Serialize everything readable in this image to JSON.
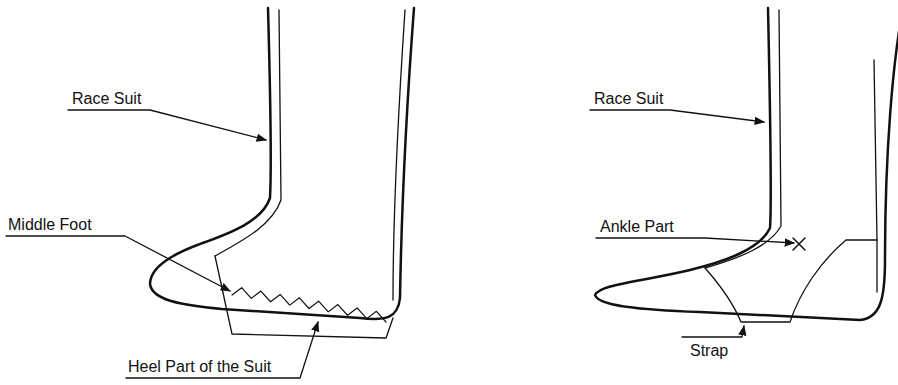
{
  "diagram": {
    "labels": [
      "Race Suit",
      "Middle Foot",
      "Heel Part of the Suit",
      "Race Suit",
      "Ankle Part",
      "Strap"
    ]
  }
}
